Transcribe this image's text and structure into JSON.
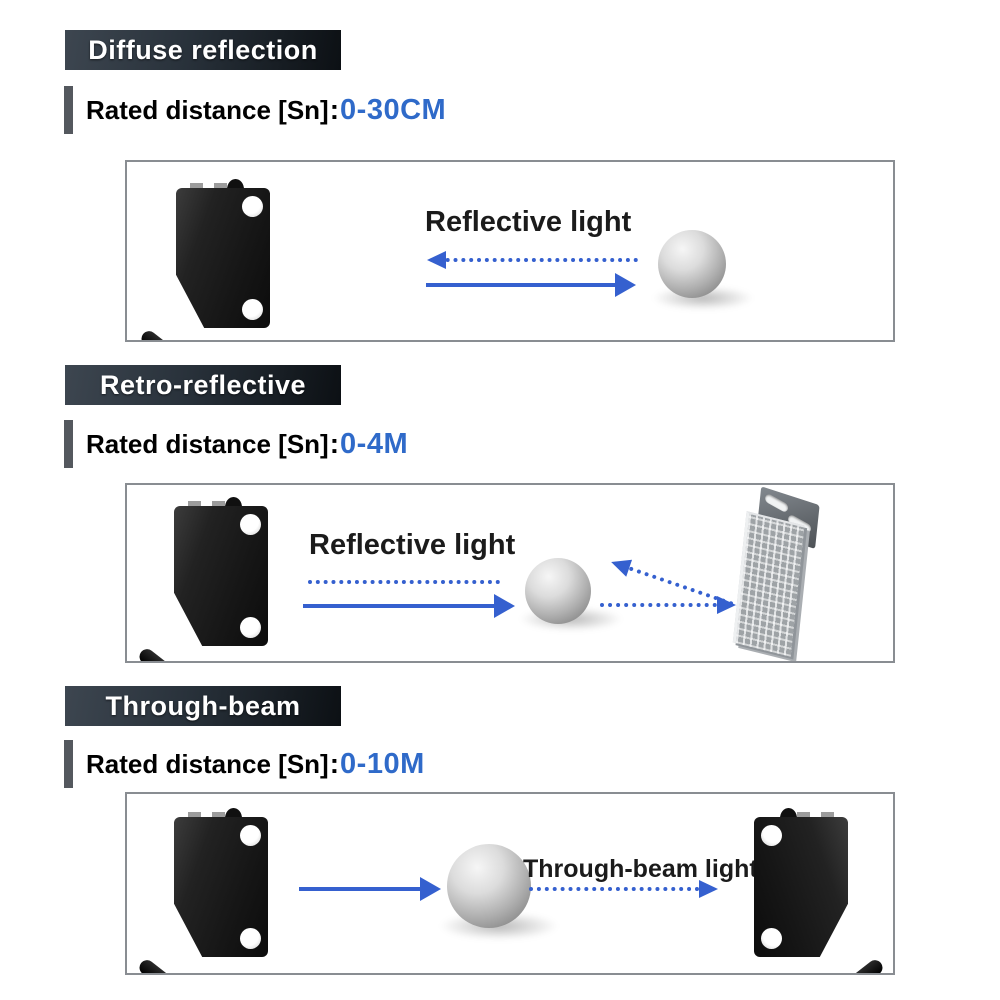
{
  "colors": {
    "accent_blue": "#2f6ac9",
    "arrow_blue": "#3560cf",
    "header_gradient_start": "#3d4650",
    "header_gradient_end": "#0c1014",
    "rated_bar_gray": "#54585e",
    "box_border_gray": "#898d92",
    "sensor_black": "#161616",
    "sphere_gray": "#aeaeae"
  },
  "graphics": {
    "sensor": "photoelectric-sensor",
    "sphere": "detection-target-sphere",
    "reflector": "retro-reflector",
    "solid_arrow": "emitted-light-arrow",
    "dotted_arrow": "reflected-light-arrow"
  },
  "sections": [
    {
      "header": "Diffuse reflection",
      "rated_label": "Rated distance [Sn]",
      "colon": ":",
      "rated_value": "0-30CM",
      "diagram_label": "Reflective light"
    },
    {
      "header": "Retro-reflective",
      "rated_label": "Rated distance [Sn]",
      "colon": ":",
      "rated_value": "0-4M",
      "diagram_label": "Reflective light"
    },
    {
      "header": "Through-beam",
      "rated_label": "Rated distance [Sn]",
      "colon": ":",
      "rated_value": "0-10M",
      "diagram_label": "Through-beam light"
    }
  ]
}
